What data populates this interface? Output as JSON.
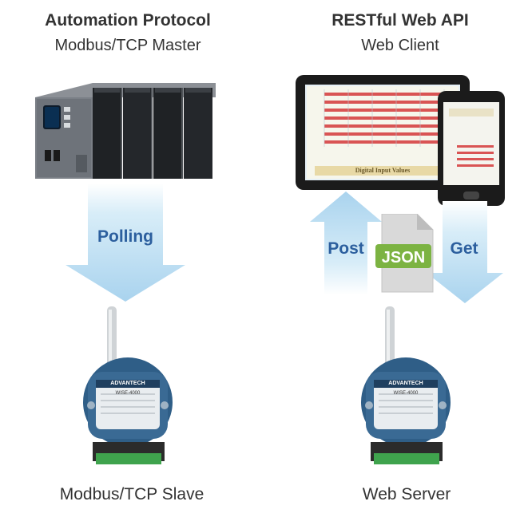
{
  "left": {
    "title": "Automation Protocol",
    "subtitle": "Modbus/TCP Master",
    "arrow_label": "Polling",
    "device_caption": "Modbus/TCP Slave",
    "module_brand": "ADVANTECH",
    "module_model": "WISE-4000"
  },
  "right": {
    "title": "RESTful Web API",
    "subtitle": "Web Client",
    "post_label": "Post",
    "get_label": "Get",
    "file_label": "JSON",
    "device_caption": "Web Server",
    "module_brand": "ADVANTECH",
    "module_model": "WISE-4000",
    "tablet_footer": "Digital Input Values"
  },
  "colors": {
    "arrow_blue": "#bfe0f3",
    "arrow_label": "#2c5f9e",
    "json_badge": "#7cb342",
    "module_blue": "#2f5e87"
  },
  "icons": [
    "plc-controller-icon",
    "tablet-icon",
    "smartphone-icon",
    "json-file-icon",
    "wireless-io-module-icon"
  ]
}
